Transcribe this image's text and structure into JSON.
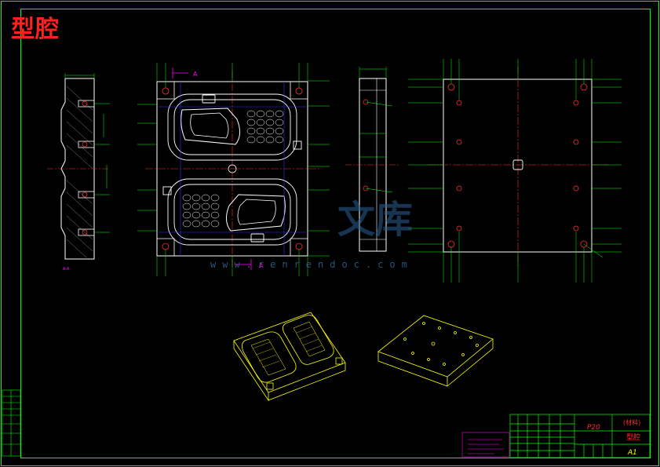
{
  "drawing": {
    "title": "型腔",
    "section_label_top": "A",
    "section_label_bottom": "A",
    "section_view_label": "A-A",
    "watermark_url": "www.renrendoc.com",
    "watermark_brand": "文库"
  },
  "title_block": {
    "material": "P20",
    "scale_label": "(材料)",
    "sheet_size": "A1",
    "part_name": "型腔"
  },
  "colors": {
    "background": "#000000",
    "outline": "#ffffff",
    "dimension": "#00ff00",
    "centerline": "#ff3030",
    "hidden": "#3030ff",
    "iso": "#ffff00",
    "notes": "#ff00ff",
    "title": "#ff2020"
  }
}
